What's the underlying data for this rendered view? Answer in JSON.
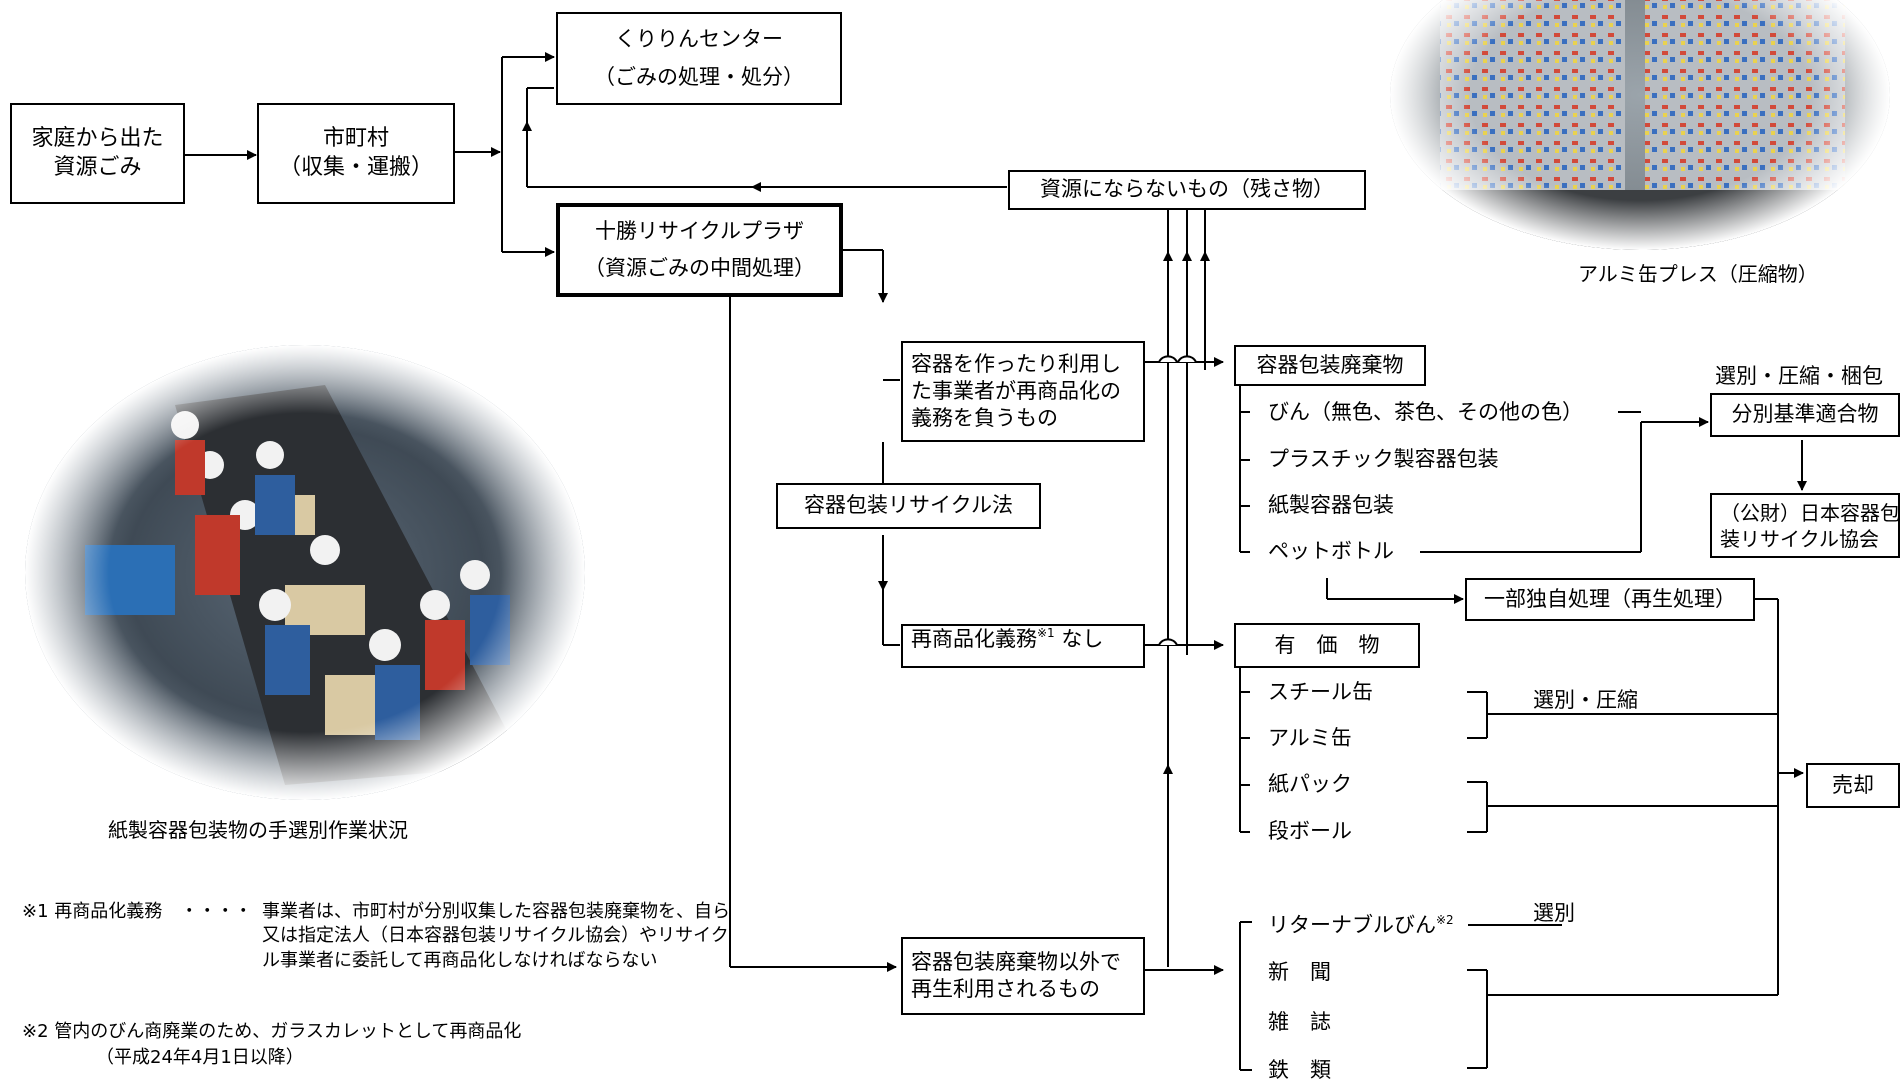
{
  "boxes": {
    "katei": "家庭から出た資源ごみ",
    "shichoson_1": "市町村",
    "shichoson_2": "（収集・運搬）",
    "kuririn_1": "くりりんセンター",
    "kuririn_2": "（ごみの処理・処分）",
    "tokachi_1": "十勝リサイクルプラザ",
    "tokachi_2": "（資源ごみの中間処理）",
    "zansa": "資源にならないもの（残さ物）",
    "gimu": "容器を作ったり利用した事業者が再商品化の義務を負うもの",
    "recycle_law": "容器包装リサイクル法",
    "nashi_main": "再商品化義務",
    "nashi_mark": "※1",
    "nashi_tail": " なし",
    "other_reuse": "容器包装廃棄物以外で再生利用されるもの",
    "youki_haiki": "容器包装廃棄物",
    "yuka": "有　価　物",
    "bunbetsu": "分別基準適合物",
    "jcpra": "（公財）日本容器包装リサイクル協会",
    "dokuji": "一部独自処理（再生処理）",
    "baikyaku": "売却"
  },
  "youki_items": [
    "びん（無色、茶色、その他の色）",
    "プラスチック製容器包装",
    "紙製容器包装",
    "ペットボトル"
  ],
  "yuka_items": [
    "スチール缶",
    "アルミ缶",
    "紙パック",
    "段ボール"
  ],
  "other_items": {
    "returnable": "リターナブルびん",
    "returnable_mark": "※2",
    "rest": [
      "新　聞",
      "雑　誌",
      "鉄　類"
    ]
  },
  "labels": {
    "sort_press_pack": "選別・圧縮・梱包",
    "sort_press": "選別・圧縮",
    "sort": "選別"
  },
  "photos": {
    "sorting_caption": "紙製容器包装物の手選別作業状況",
    "cans_caption": "アルミ缶プレス（圧縮物）"
  },
  "notes": {
    "n1_head": "※1 再商品化義務　・・・・",
    "n1_body": "事業者は、市町村が分別収集した容器包装廃棄物を、自ら又は指定法人（日本容器包装リサイクル協会）やリサイクル事業者に委託して再商品化しなければならない",
    "n2_line1": "※2 管内のびん商廃業のため、ガラスカレットとして再商品化",
    "n2_line2": "（平成24年4月1日以降）"
  }
}
